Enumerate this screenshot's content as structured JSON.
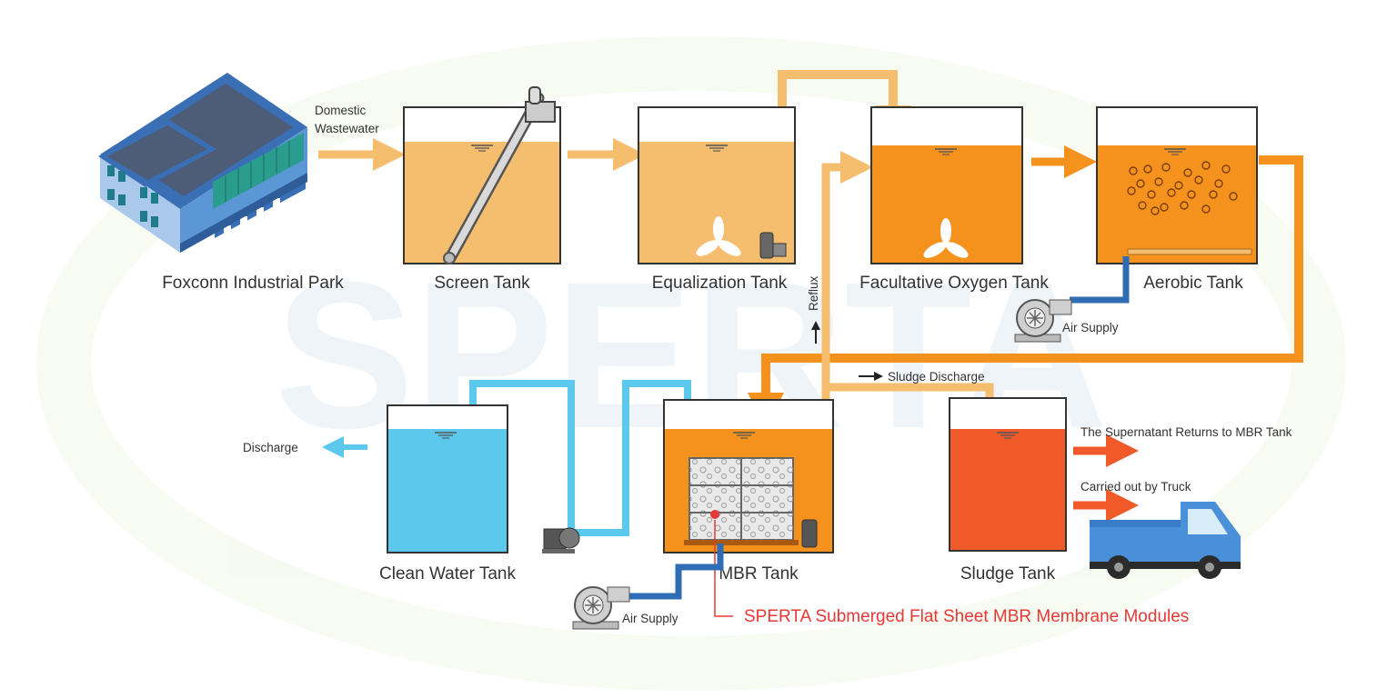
{
  "watermark": "SPERTA",
  "labels": {
    "park": "Foxconn Industrial Park",
    "domestic_line1": "Domestic",
    "domestic_line2": "Wastewater",
    "screen": "Screen Tank",
    "equalization": "Equalization Tank",
    "facultative": "Facultative Oxygen Tank",
    "aerobic": "Aerobic Tank",
    "reflux": "Reflux",
    "air_supply_top": "Air Supply",
    "sludge_discharge": "Sludge Discharge",
    "clean_water": "Clean Water Tank",
    "discharge": "Discharge",
    "mbr": "MBR Tank",
    "sludge_tank": "Sludge Tank",
    "supernatant": "The Supernatant Returns to MBR Tank",
    "truck": "Carried out by Truck",
    "air_supply_bottom": "Air Supply",
    "membrane": "SPERTA Submerged Flat Sheet MBR Membrane Modules"
  },
  "colors": {
    "light_orange": "#f5bd6e",
    "orange": "#f5921e",
    "sludge_red": "#f05a28",
    "clean_blue": "#5bc8ec",
    "pipe_blue": "#2f6db3",
    "annotation_red": "#e53935"
  },
  "icons": {
    "building": "factory-building-icon",
    "blower": "air-blower-icon",
    "truck": "truck-icon",
    "mixer": "propeller-mixer-icon",
    "pump": "submersible-pump-icon"
  }
}
